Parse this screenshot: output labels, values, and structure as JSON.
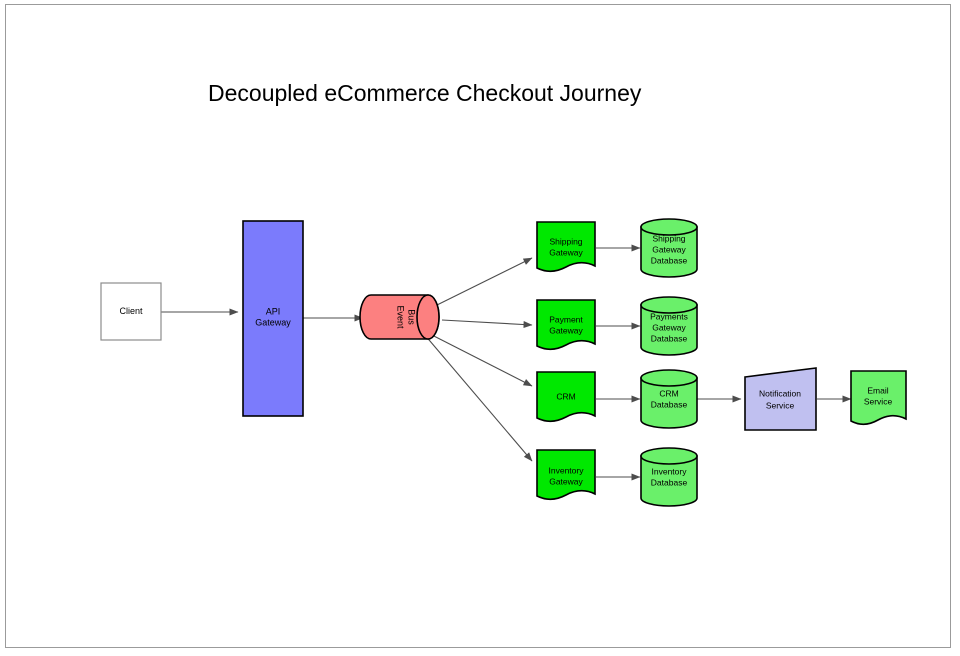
{
  "page": {
    "title": "Decoupled eCommerce Checkout Journey",
    "background_color": "#ffffff",
    "canvas_border_color": "#9b9b9b"
  },
  "palette": {
    "client_fill": "#ffffff",
    "client_border": "#8c8c8c",
    "api_gateway_fill": "#7b7bfc",
    "event_bus_fill": "#fc8080",
    "bright_green_fill": "#00e800",
    "light_green_fill": "#6af06a",
    "notification_fill": "#c0c0f0",
    "shape_border": "#000000",
    "edge_color": "#4d4d4d",
    "label_color": "#000000"
  },
  "nodes": [
    {
      "id": "client",
      "label": "Client",
      "shape": "rectangle",
      "label_lines": [
        "Client"
      ]
    },
    {
      "id": "api-gateway",
      "label": "API Gateway",
      "shape": "rectangle",
      "label_lines": [
        "API",
        "Gateway"
      ]
    },
    {
      "id": "event-bus",
      "label": "Event Bus",
      "shape": "cylinder-horizontal",
      "label_lines": [
        "Event",
        "Bus"
      ]
    },
    {
      "id": "shipping-gateway",
      "label": "Shipping Gateway",
      "shape": "document",
      "label_lines": [
        "Shipping",
        "Gateway"
      ]
    },
    {
      "id": "shipping-gateway-database",
      "label": "Shipping Gateway Database",
      "shape": "cylinder",
      "label_lines": [
        "Shipping",
        "Gateway",
        "Database"
      ]
    },
    {
      "id": "payment-gateway",
      "label": "Payment Gateway",
      "shape": "document",
      "label_lines": [
        "Payment",
        "Gateway"
      ]
    },
    {
      "id": "payments-gateway-database",
      "label": "Payments Gateway Database",
      "shape": "cylinder",
      "label_lines": [
        "Payments",
        "Gateway",
        "Database"
      ]
    },
    {
      "id": "crm",
      "label": "CRM",
      "shape": "document",
      "label_lines": [
        "CRM"
      ]
    },
    {
      "id": "crm-database",
      "label": "CRM Database",
      "shape": "cylinder",
      "label_lines": [
        "CRM",
        "Database"
      ]
    },
    {
      "id": "notification-service",
      "label": "Notification Service",
      "shape": "trapezoid",
      "label_lines": [
        "Notification",
        "Service"
      ]
    },
    {
      "id": "email-service",
      "label": "Email Service",
      "shape": "document",
      "label_lines": [
        "Email",
        "Service"
      ]
    },
    {
      "id": "inventory-gateway",
      "label": "Inventory Gateway",
      "shape": "document",
      "label_lines": [
        "Inventory",
        "Gateway"
      ]
    },
    {
      "id": "inventory-database",
      "label": "Inventory Database",
      "shape": "cylinder",
      "label_lines": [
        "Inventory",
        "Database"
      ]
    }
  ],
  "edges": [
    {
      "from": "client",
      "to": "api-gateway"
    },
    {
      "from": "api-gateway",
      "to": "event-bus"
    },
    {
      "from": "event-bus",
      "to": "shipping-gateway"
    },
    {
      "from": "event-bus",
      "to": "payment-gateway"
    },
    {
      "from": "event-bus",
      "to": "crm"
    },
    {
      "from": "event-bus",
      "to": "inventory-gateway"
    },
    {
      "from": "shipping-gateway",
      "to": "shipping-gateway-database"
    },
    {
      "from": "payment-gateway",
      "to": "payments-gateway-database"
    },
    {
      "from": "crm",
      "to": "crm-database"
    },
    {
      "from": "crm-database",
      "to": "notification-service"
    },
    {
      "from": "notification-service",
      "to": "email-service"
    },
    {
      "from": "inventory-gateway",
      "to": "inventory-database"
    }
  ]
}
